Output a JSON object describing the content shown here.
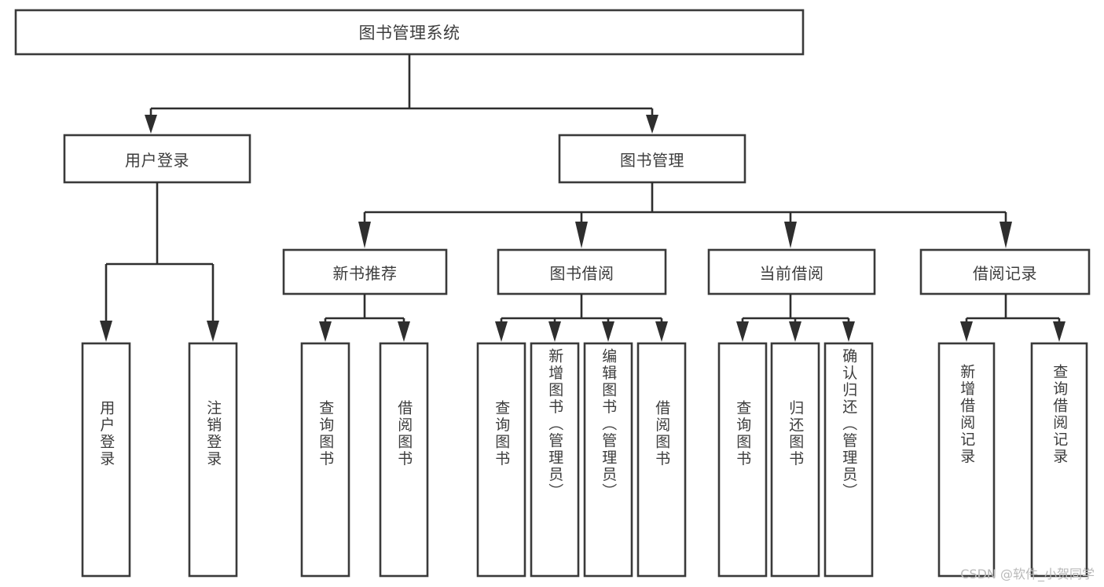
{
  "diagram": {
    "type": "tree-hierarchy",
    "title": "图书管理系统",
    "root": {
      "label": "图书管理系统"
    },
    "level1": [
      {
        "label": "用户登录"
      },
      {
        "label": "图书管理"
      }
    ],
    "level2": [
      {
        "label": "新书推荐"
      },
      {
        "label": "图书借阅"
      },
      {
        "label": "当前借阅"
      },
      {
        "label": "借阅记录"
      }
    ],
    "leaves": {
      "user_login": [
        {
          "label": "用户登录"
        },
        {
          "label": "注销登录"
        }
      ],
      "new_book_recommend": [
        {
          "label": "查询图书"
        },
        {
          "label": "借阅图书"
        }
      ],
      "book_borrow": [
        {
          "label": "查询图书"
        },
        {
          "label": "新增图书（管理员）"
        },
        {
          "label": "编辑图书（管理员）"
        },
        {
          "label": "借阅图书"
        }
      ],
      "current_borrow": [
        {
          "label": "查询图书"
        },
        {
          "label": "归还图书"
        },
        {
          "label": "确认归还（管理员）"
        }
      ],
      "borrow_record": [
        {
          "label": "新增借阅记录"
        },
        {
          "label": "查询借阅记录"
        }
      ]
    },
    "watermark": "CSDN @软件_小贺同学",
    "colors": {
      "background": "#ffffff",
      "box_fill": "#ffffff",
      "box_stroke": "#3a3a3a",
      "connector": "#2e2e2e",
      "text": "#3d3d3d",
      "watermark": "#b9b9b9"
    }
  }
}
